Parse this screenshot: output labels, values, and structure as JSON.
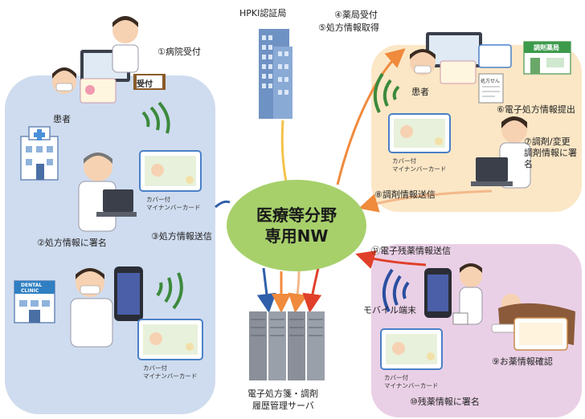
{
  "nodes": {
    "hpki": "HPKI認証局",
    "hub_line1": "医療等分野",
    "hub_line2": "専用NW",
    "server_line1": "電子処方箋・調剤",
    "server_line2": "履歴管理サーバ"
  },
  "hospital": {
    "step1": "①病院受付",
    "patient": "患者",
    "reception_sign": "受付",
    "step2": "②処方情報に署名",
    "step3": "③処方情報送信",
    "card_line1": "カバー付",
    "card_line2": "マイナンバーカード",
    "clinic_sign_line1": "DENTAL",
    "clinic_sign_line2": "CLINIC"
  },
  "pharmacy": {
    "step4": "④薬局受付",
    "step5": "⑤処方情報取得",
    "step6": "⑥電子処方情報提出",
    "step7_line1": "⑦調剤/変更",
    "step7_line2": "調剤情報に署",
    "step7_line3": "名",
    "step8": "⑧調剤情報送信",
    "patient": "患者",
    "sign": "調剤薬局",
    "prescription_label": "処方せん",
    "card_line1": "カバー付",
    "card_line2": "マイナンバーカード"
  },
  "home": {
    "step9": "⑨お薬情報確認",
    "step10": "⑩残薬情報に署名",
    "step11": "⑪電子残薬情報送信",
    "mobile": "モバイル端末",
    "card_line1": "カバー付",
    "card_line2": "マイナンバーカード"
  },
  "colors": {
    "hospital_bg": "#cfdcef",
    "pharmacy_bg": "#fbe7c6",
    "home_bg": "#ead0e6",
    "hub": "#a7d06b",
    "arrow_orange": "#f08a3c",
    "arrow_red": "#e0402a",
    "arrow_blue": "#2f5fa8",
    "signal_green": "#3c8a3c",
    "signal_blue": "#2a4fa0"
  }
}
